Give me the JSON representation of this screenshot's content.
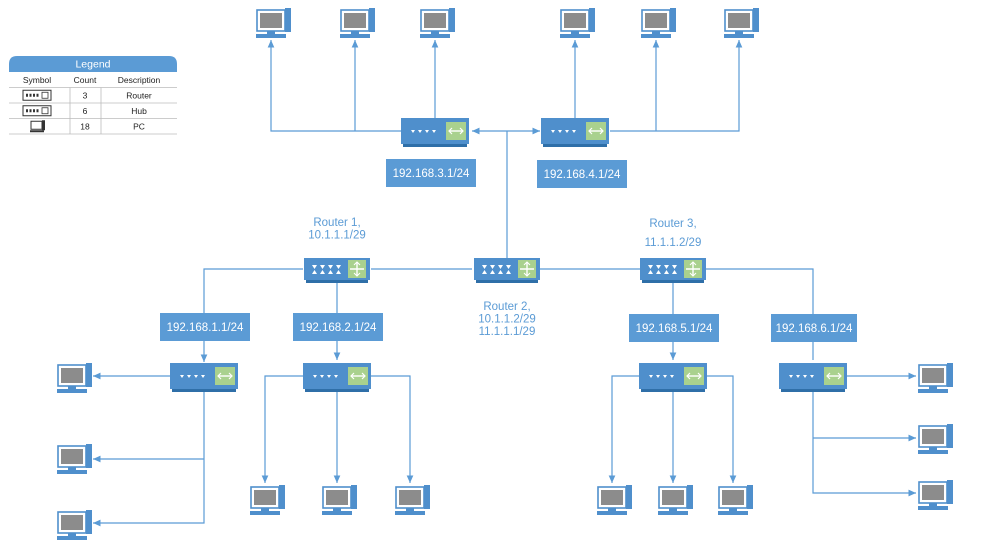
{
  "legend": {
    "title": "Legend",
    "headers": [
      "Symbol",
      "Count",
      "Description"
    ],
    "rows": [
      {
        "icon": "router-icon",
        "count": "3",
        "description": "Router"
      },
      {
        "icon": "hub-icon",
        "count": "6",
        "description": "Hub"
      },
      {
        "icon": "pc-icon",
        "count": "18",
        "description": "PC"
      }
    ]
  },
  "routers": [
    {
      "name": "Router 1,",
      "ips": [
        "10.1.1.1/29"
      ]
    },
    {
      "name": "Router 2,",
      "ips": [
        "10.1.1.2/29",
        "11.1.1.1/29"
      ]
    },
    {
      "name": "Router 3,",
      "ips": [
        "11.1.1.2/29"
      ]
    }
  ],
  "subnets": [
    "192.168.3.1/24",
    "192.168.4.1/24",
    "192.168.1.1/24",
    "192.168.2.1/24",
    "192.168.5.1/24",
    "192.168.6.1/24"
  ],
  "colors": {
    "accent": "#5b9bd5",
    "device_body": "#4f8fcc",
    "port_panel": "#a9d18e",
    "pc_screen": "#8c8c8c"
  }
}
